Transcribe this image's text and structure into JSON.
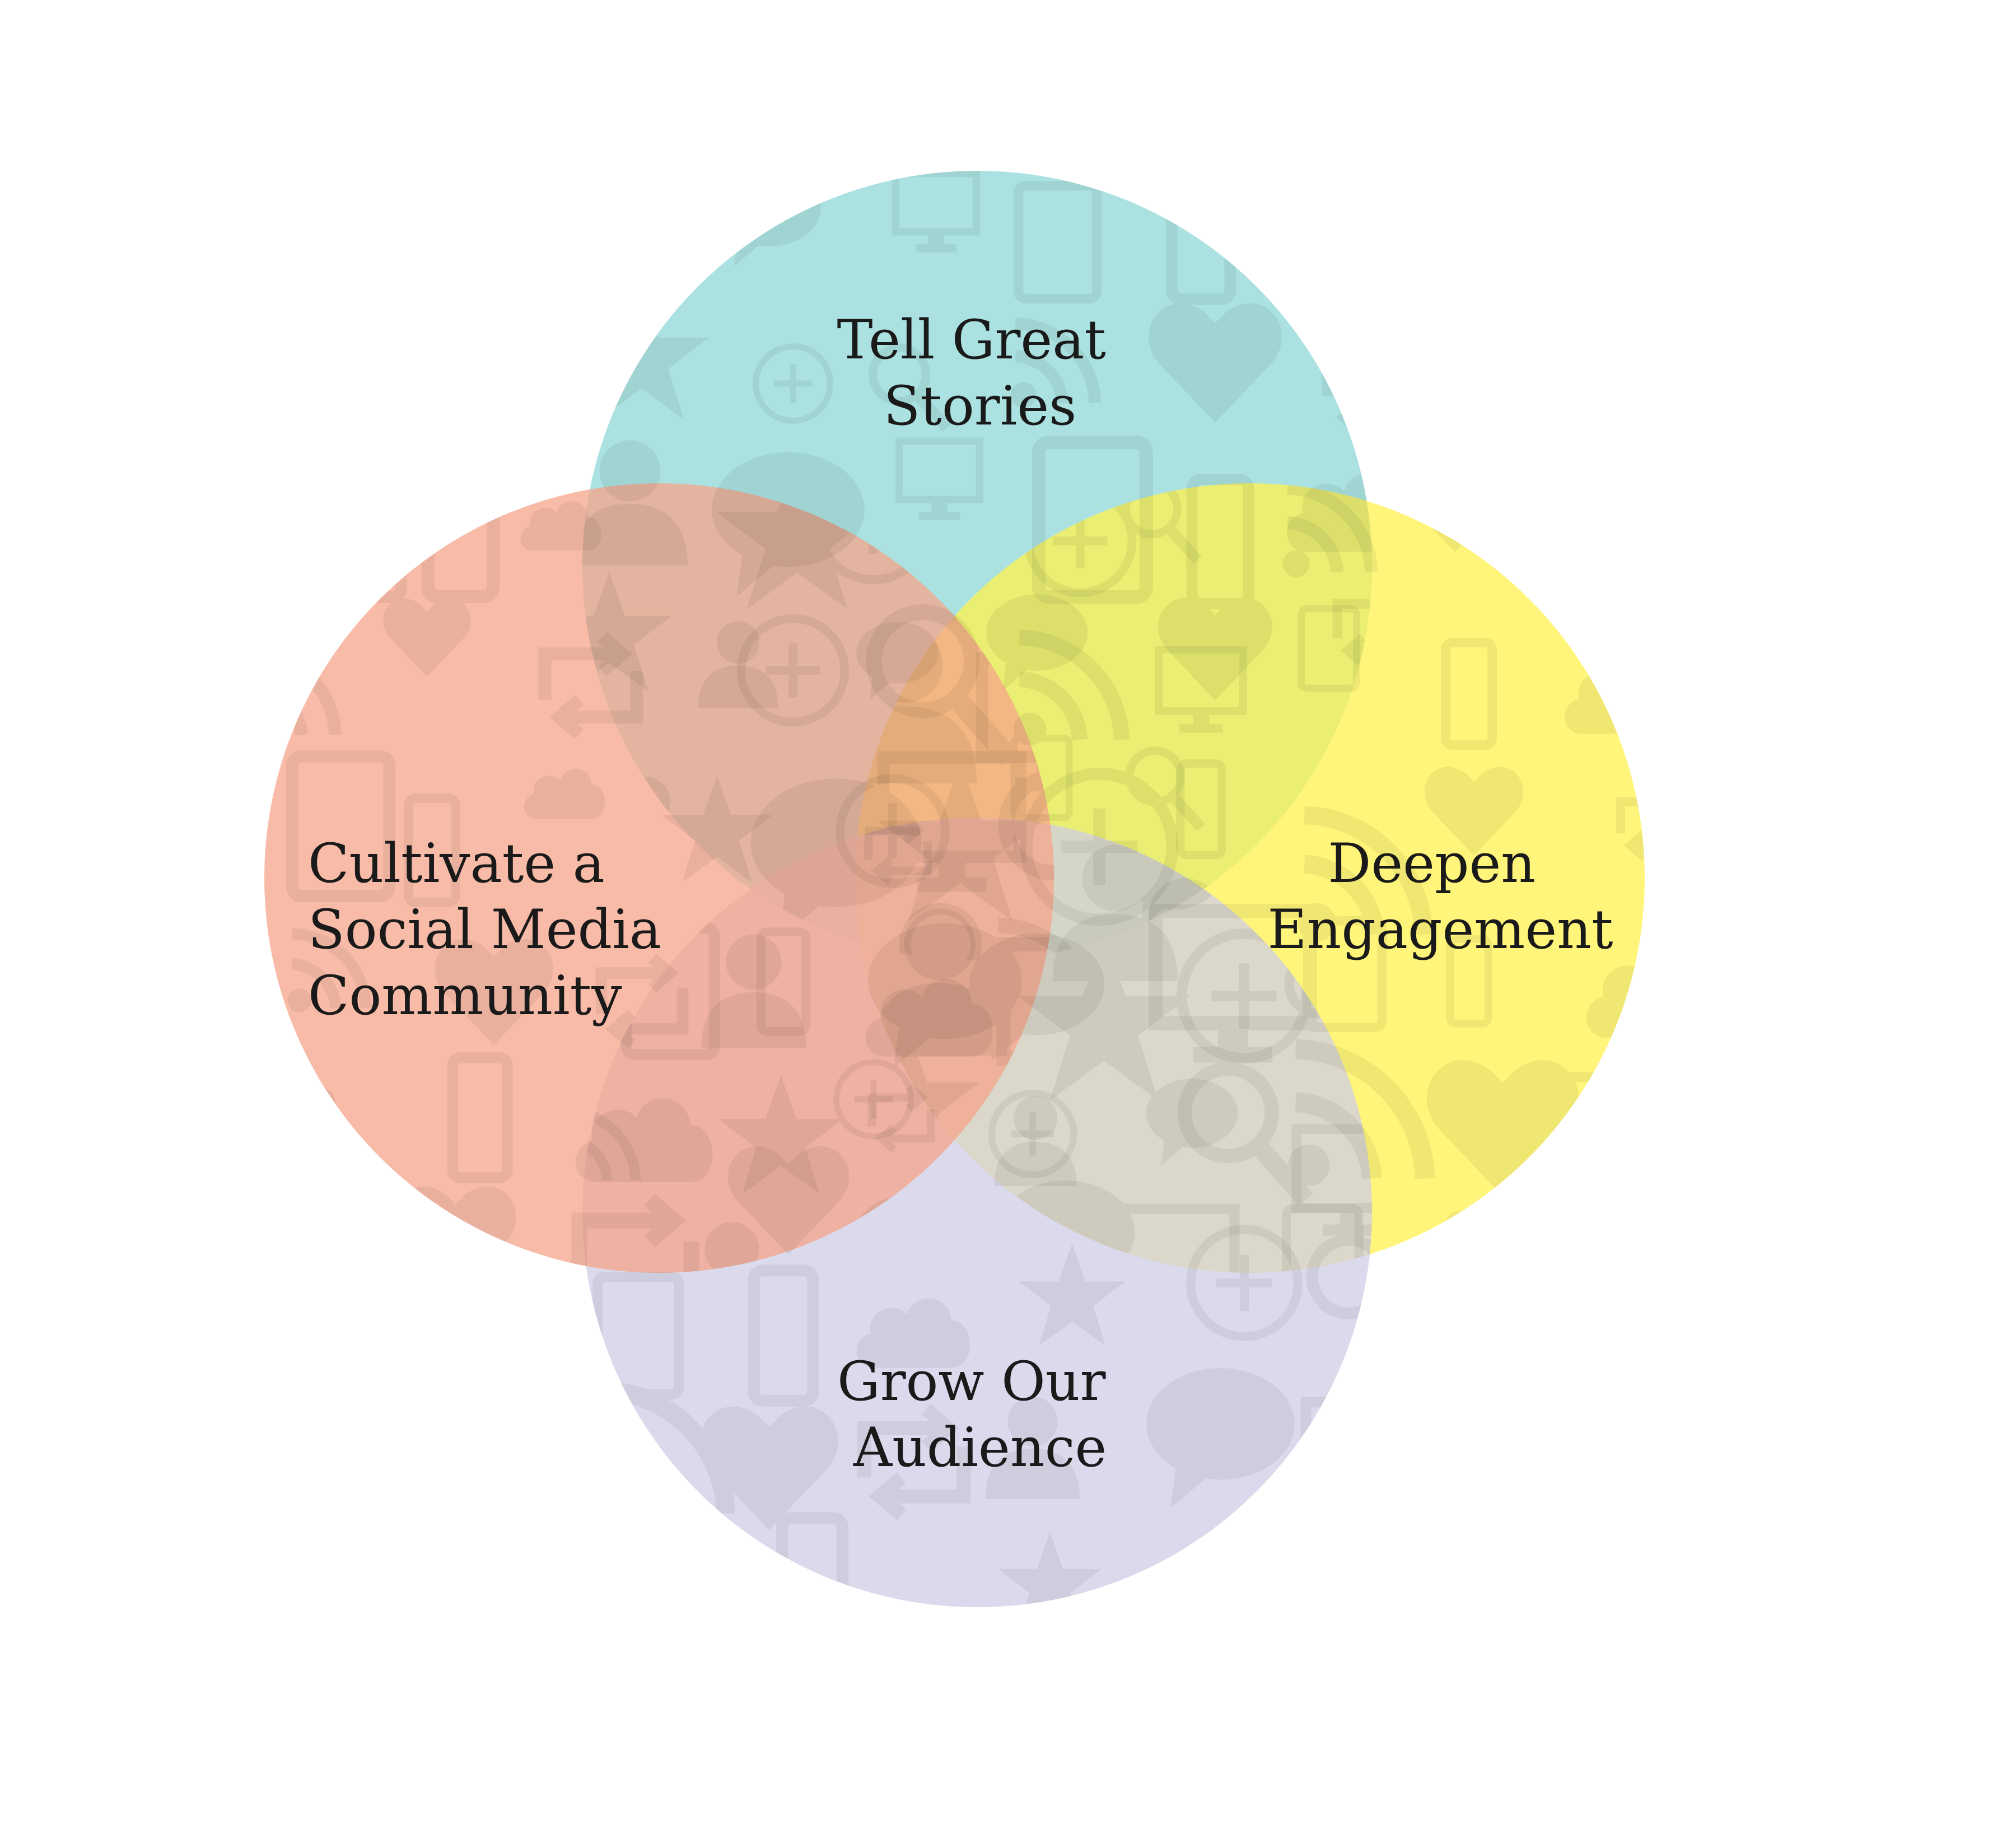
{
  "diagram": {
    "type": "venn-4",
    "circles": [
      {
        "key": "top",
        "lines": [
          "Tell Great",
          "Stories"
        ],
        "color": "#8fd8d7"
      },
      {
        "key": "left",
        "lines": [
          "Cultivate a",
          "Social Media",
          "Community"
        ],
        "color": "#f6a48a"
      },
      {
        "key": "right",
        "lines": [
          "Deepen",
          "Engagement"
        ],
        "color": "#fff14e"
      },
      {
        "key": "bottom",
        "lines": [
          "Grow Our",
          "Audience"
        ],
        "color": "#cfcde5"
      }
    ],
    "background_icons": [
      "person-icon",
      "speech-bubble-icon",
      "monitor-icon",
      "tablet-icon",
      "phone-icon",
      "cloud-icon",
      "star-icon",
      "plus-circle-icon",
      "magnifier-icon",
      "rss-icon",
      "heart-icon",
      "retweet-icon"
    ]
  }
}
